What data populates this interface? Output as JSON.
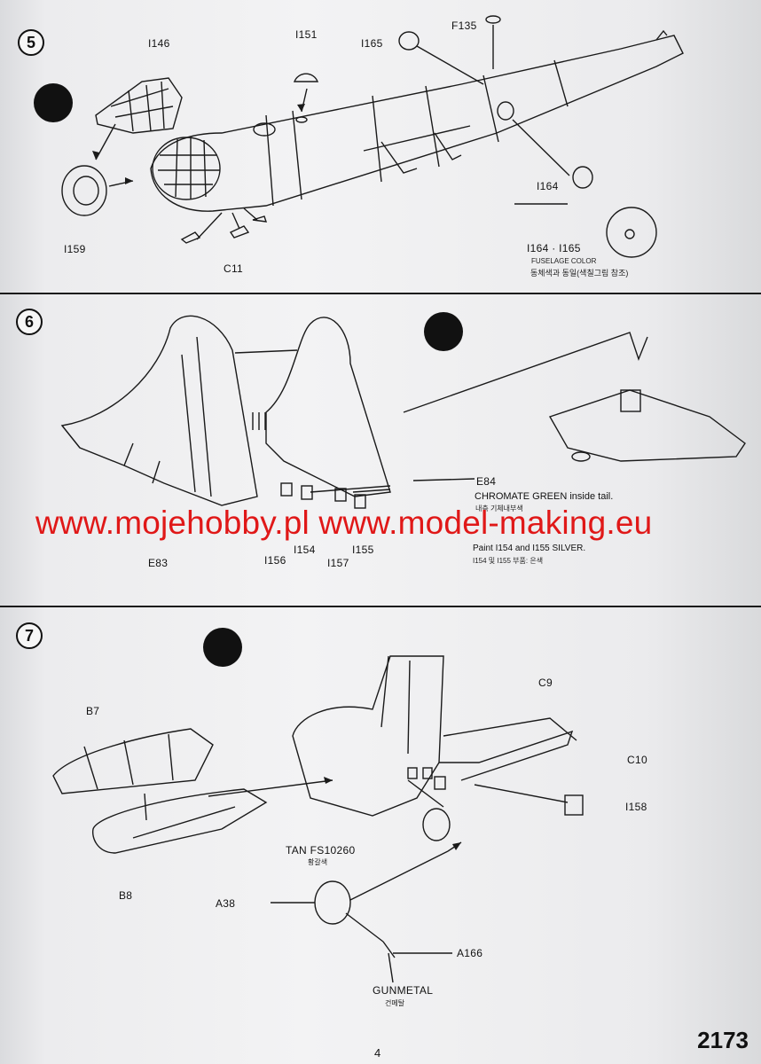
{
  "steps": {
    "step5": {
      "number": "5",
      "parts": {
        "i146": "I146",
        "i151": "I151",
        "i165": "I165",
        "f135": "F135",
        "i164": "I164",
        "i159": "I159",
        "c11": "C11"
      },
      "note_parts": "I164 · I165",
      "note_small": "FUSELAGE COLOR",
      "note_korean": "동체색과 동일(색칠그림 참조)"
    },
    "step6": {
      "number": "6",
      "parts": {
        "e83": "E83",
        "e84": "E84",
        "i156": "I156",
        "i154": "I154",
        "i157": "I157",
        "i155": "I155"
      },
      "chromate": "CHROMATE GREEN inside tail.",
      "chromate_korean": "내측 기체내부색",
      "paint_note": "Paint I154 and I155 SILVER.",
      "paint_korean": "I154 및 I155 부품: 은색"
    },
    "step7": {
      "number": "7",
      "parts": {
        "b7": "B7",
        "b8": "B8",
        "c9": "C9",
        "c10": "C10",
        "i158": "I158",
        "a38": "A38",
        "a166": "A166"
      },
      "tan": "TAN FS10260",
      "tan_korean": "황갈색",
      "gunmetal": "GUNMETAL",
      "gunmetal_korean": "건메탈"
    }
  },
  "watermark": "www.mojehobby.pl www.model-making.eu",
  "kit_code": "2173",
  "page_number": "4",
  "colors": {
    "watermark": "#e01818",
    "ink": "#111111"
  }
}
